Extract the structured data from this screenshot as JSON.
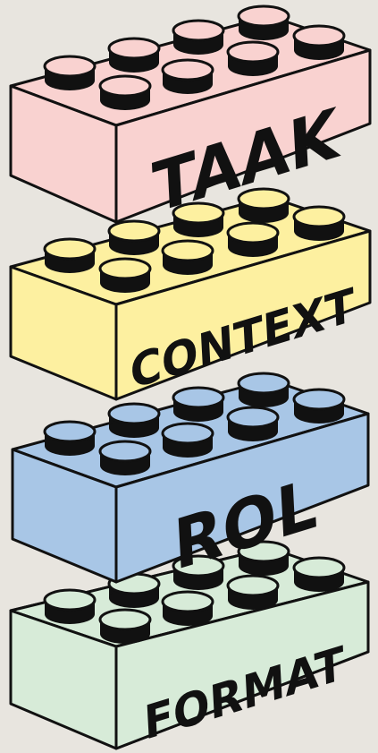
{
  "bricks": [
    {
      "label": "TAAK",
      "color": "#f9d2d0"
    },
    {
      "label": "CONTEXT",
      "color": "#fdf0a0"
    },
    {
      "label": "ROL",
      "color": "#a8c6e6"
    },
    {
      "label": "FORMAT",
      "color": "#d7ebd8"
    }
  ],
  "colors": {
    "background": "#e8e5df",
    "outline": "#111111",
    "stud_top": "#111111"
  }
}
